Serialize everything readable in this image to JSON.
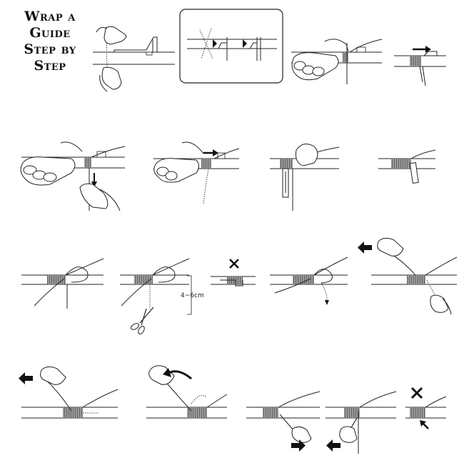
{
  "title": {
    "line1": "Wrap a",
    "line2": "Guide",
    "line3": "Step by",
    "line4": "Step"
  },
  "measurement_label": "4~6cm",
  "colors": {
    "line": "#222222",
    "wrap": "#8c8c8c",
    "hand_fill": "#ffffff",
    "arrow": "#111111"
  },
  "steps": [
    {
      "row": 1,
      "name": "hold-guide-on-rod"
    },
    {
      "row": 1,
      "name": "guide-foot-shaping-inset"
    },
    {
      "row": 1,
      "name": "start-wrap-over-tag"
    },
    {
      "row": 1,
      "name": "wrap-toward-guide"
    },
    {
      "row": 2,
      "name": "pull-tag-end-down"
    },
    {
      "row": 2,
      "name": "continue-wrap"
    },
    {
      "row": 2,
      "name": "trim-tag-end"
    },
    {
      "row": 2,
      "name": "insert-pull-loop"
    },
    {
      "row": 3,
      "name": "form-loop"
    },
    {
      "row": 3,
      "name": "measure-and-cut"
    },
    {
      "row": 3,
      "name": "wrong-loop-placement"
    },
    {
      "row": 3,
      "name": "thread-end-through-loop"
    },
    {
      "row": 3,
      "name": "pull-loop-out"
    },
    {
      "row": 4,
      "name": "pull-end-under-wrap"
    },
    {
      "row": 4,
      "name": "tighten-end"
    },
    {
      "row": 4,
      "name": "trim-with-blade-right"
    },
    {
      "row": 4,
      "name": "trim-with-blade-left"
    },
    {
      "row": 4,
      "name": "wrong-trim"
    }
  ]
}
